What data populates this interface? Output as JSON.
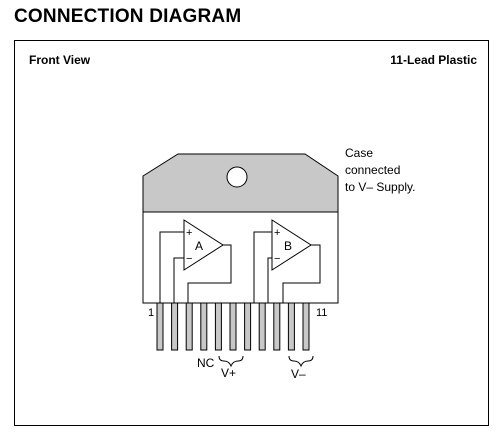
{
  "title": "CONNECTION DIAGRAM",
  "view_label": "Front View",
  "package_label": "11-Lead Plastic",
  "case_note": [
    "Case",
    "connected",
    "to V– Supply."
  ],
  "amp_a": {
    "label": "A",
    "plus": "+",
    "minus": "−"
  },
  "amp_b": {
    "label": "B",
    "plus": "+",
    "minus": "−"
  },
  "pins": {
    "first": "1",
    "last": "11",
    "count": 11
  },
  "pin_labels": {
    "nc": "NC",
    "vplus": "V+",
    "vminus": "V–"
  }
}
